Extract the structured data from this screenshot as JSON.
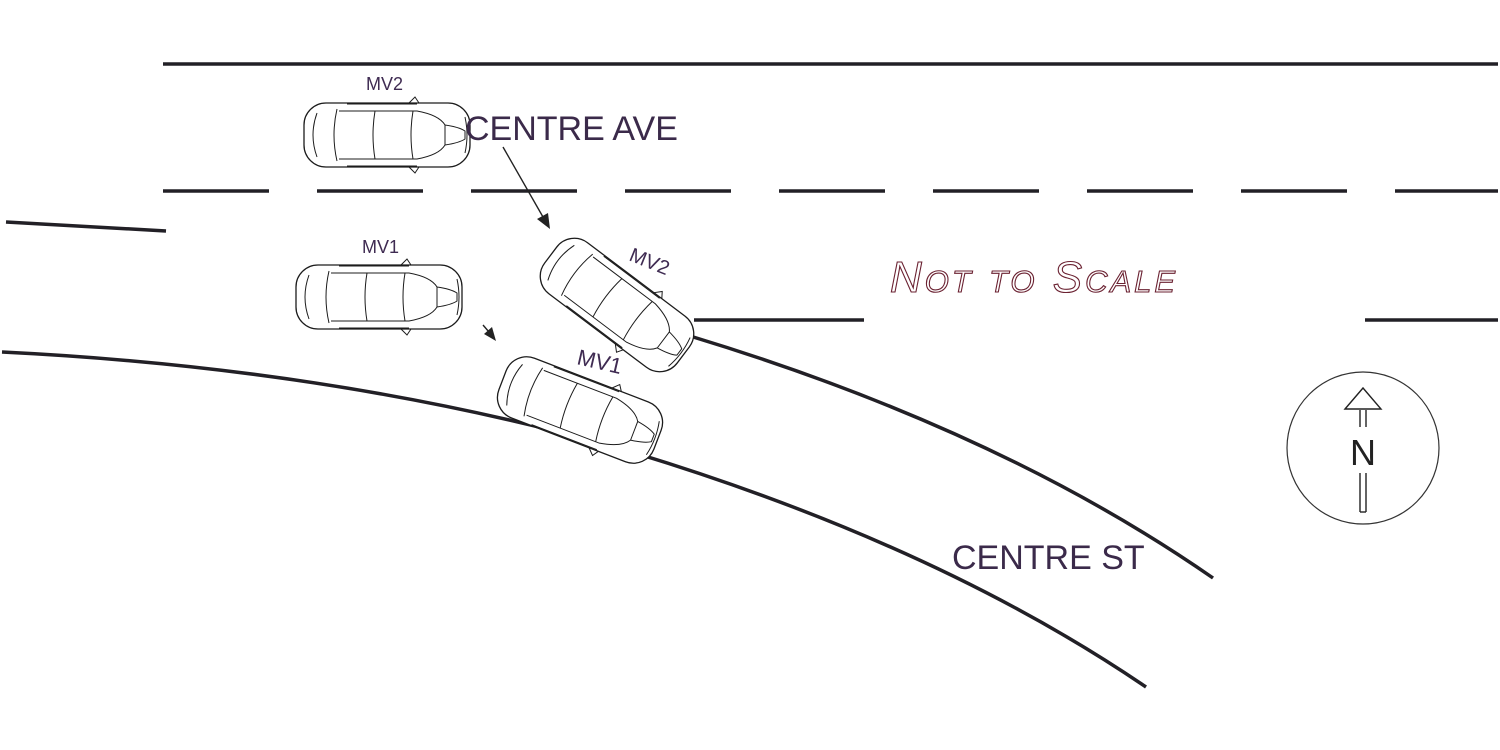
{
  "labels": {
    "street_ave": "CENTRE AVE",
    "street_st": "CENTRE ST",
    "not_to_scale": "Not to Scale",
    "north": "N"
  },
  "vehicles": [
    {
      "id": "mv2-initial",
      "label": "MV2"
    },
    {
      "id": "mv1-initial",
      "label": "MV1"
    },
    {
      "id": "mv2-final",
      "label": "MV2"
    },
    {
      "id": "mv1-final",
      "label": "MV1"
    }
  ],
  "colors": {
    "text": "#3f2b52",
    "road": "#222026",
    "scale_text_outline": "#6b2232"
  }
}
